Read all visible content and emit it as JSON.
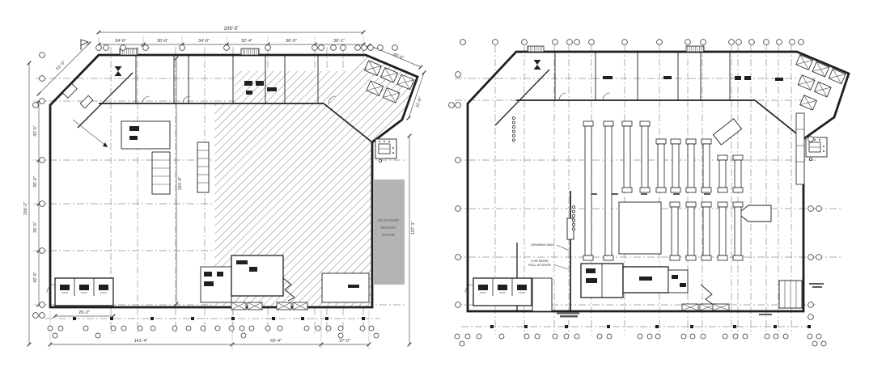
{
  "drawing": {
    "background": "#ffffff",
    "ink_color": "#1f1f1f",
    "grid_color": "#8f8f8f",
    "hatch_color": "#555555",
    "tenant_fill": "#b4b4b4"
  },
  "left_plan": {
    "dims": {
      "top_total": "209'-5\"",
      "top_segments": [
        "34'-6\"",
        "30'-6\"",
        "34'-6\"",
        "32'-4\"",
        "36'-9\"",
        "36'-1\""
      ],
      "left_diagonal": "51'-5\"",
      "left_segments": [
        "43'-5\"",
        "30'-0\"",
        "35'-6\"",
        "42'-6\""
      ],
      "left_total": "156'-2\"",
      "interior_vertical": "191'-4\"",
      "right_side": "137'-1\"",
      "wing_edge": "40'-5\"",
      "wing_end": "11'-6\"",
      "bottom_segments": [
        "141'-4\"",
        "69'-4\"",
        "37'-0\""
      ],
      "bottom_left": "26'-3\""
    },
    "labels": {
      "adjacent_tenant_line1": "ADJACENT",
      "adjacent_tenant_line2": "TENANT",
      "adjacent_tenant_line3": "SPACE"
    }
  },
  "right_plan": {
    "labels": {
      "demising_wall": "DEMISING WALL",
      "roll_up_door_line1": "1 HR RATED",
      "roll_up_door_line2": "ROLL UP DOOR"
    }
  }
}
